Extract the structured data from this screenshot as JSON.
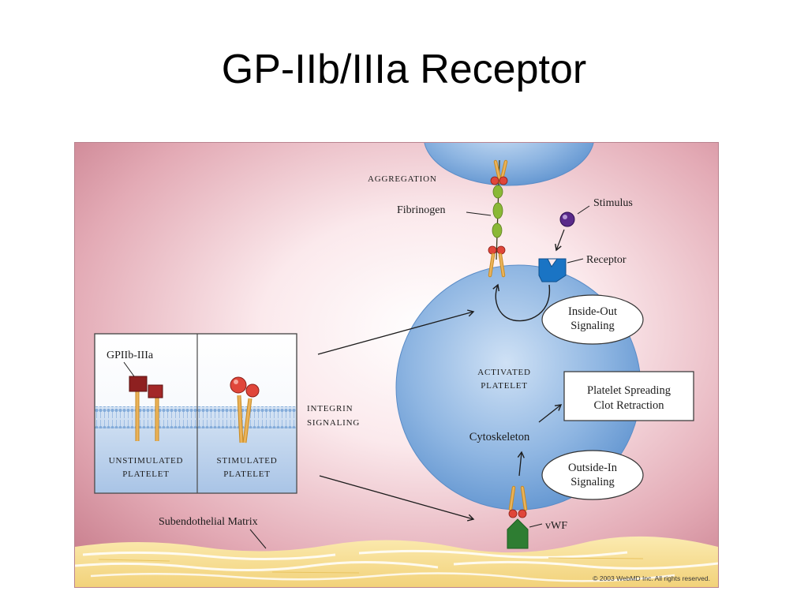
{
  "title": "GP-IIb/IIIa Receptor",
  "colors": {
    "background_edge": "#cc8896",
    "background_center": "#ffffff",
    "platelet_blue": "#5f93cf",
    "receptor_orange": "#e7a94a",
    "binding_red": "#e0463a",
    "fibrinogen_green": "#8ab836",
    "vwf_green": "#2e7d32",
    "receptor_blue": "#1a74c4",
    "stimulus_purple": "#5a2a8a",
    "gpiib_maroon": "#8e2020",
    "matrix_yellow": "#f5dc8a"
  },
  "diagram": {
    "aggregation_label": "AGGREGATION",
    "fibrinogen_label": "Fibrinogen",
    "stimulus_label": "Stimulus",
    "receptor_label": "Receptor",
    "inside_out": {
      "line1": "Inside-Out",
      "line2": "Signaling"
    },
    "activated_platelet": {
      "line1": "ACTIVATED",
      "line2": "PLATELET"
    },
    "platelet_spreading": {
      "line1": "Platelet Spreading",
      "line2": "Clot Retraction"
    },
    "cytoskeleton_label": "Cytoskeleton",
    "outside_in": {
      "line1": "Outside-In",
      "line2": "Signaling"
    },
    "vwf_label": "vWF",
    "integrin_signaling": {
      "line1": "INTEGRIN",
      "line2": "SIGNALING"
    },
    "gpiib_label": "GPIIb-IIIa",
    "unstimulated": {
      "line1": "UNSTIMULATED",
      "line2": "PLATELET"
    },
    "stimulated": {
      "line1": "STIMULATED",
      "line2": "PLATELET"
    },
    "subendothelial_label": "Subendothelial Matrix",
    "copyright": "© 2003 WebMD Inc. All rights reserved."
  }
}
